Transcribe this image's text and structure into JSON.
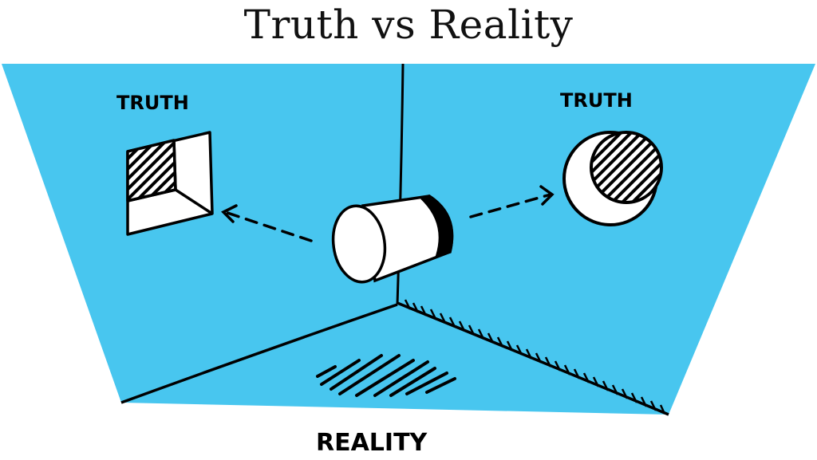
{
  "title": "Truth vs Reality",
  "labels": {
    "left_truth": "TRUTH",
    "right_truth": "TRUTH",
    "reality": "REALITY"
  },
  "colors": {
    "wall": "#48C6EF",
    "ink": "#000000",
    "paper": "#FFFFFF"
  },
  "figures": {
    "left": "square-projection",
    "center": "cylinder",
    "right": "circle-projection"
  }
}
